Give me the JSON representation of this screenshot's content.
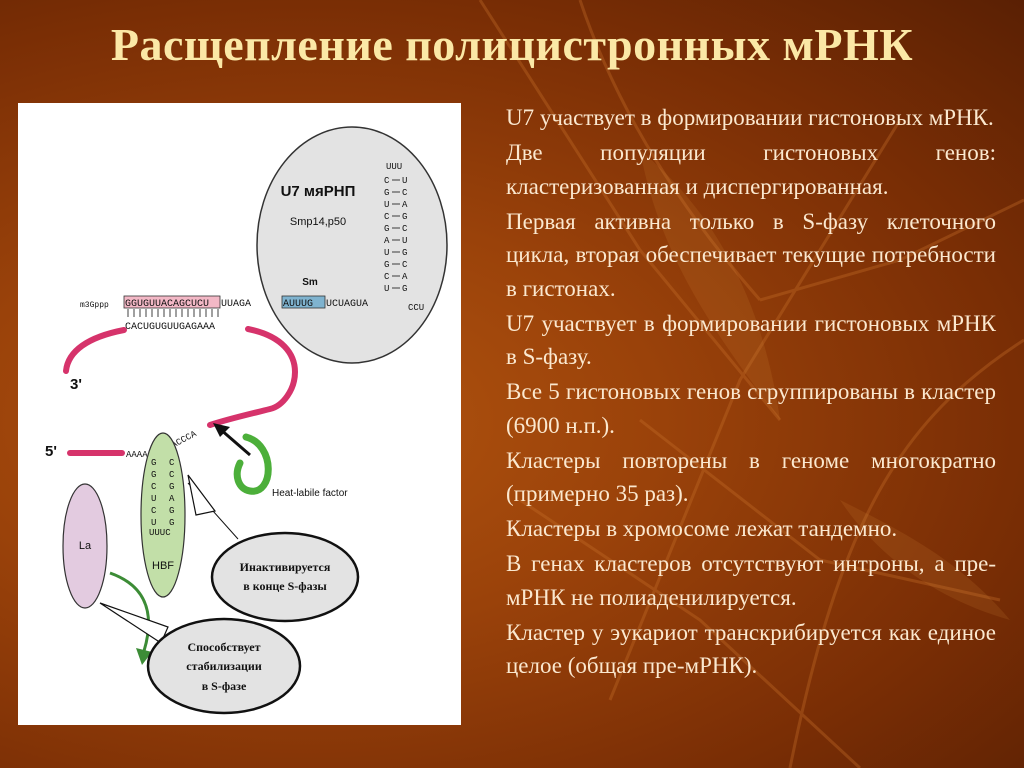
{
  "slide": {
    "title": "Расщепление полицистронных мРНК",
    "paragraphs": [
      "U7 участвует в формировании гистоновых мРНК.",
      "Две популяции гистоновых генов: кластеризованная и диспергированная.",
      "Первая активна только в S-фазу клеточного цикла, вторая обеспечивает текущие потребности в гистонах.",
      "U7 участвует в формировании гистоновых мРНК в S-фазу.",
      "Все 5 гистоновых генов сгруппированы в кластер (6900 н.п.).",
      "Кластеры повторены в геноме многократно (примерно 35 раз).",
      "Кластеры в хромосоме лежат тандемно.",
      "В генах кластеров отсутствуют интроны, а пре-мРНК не полиаденилируется.",
      "Кластер у эукариот транскрибируется как единое целое (общая пре-мРНК)."
    ]
  },
  "diagram": {
    "snrnp_title": "U7 мяРНП",
    "snrnp_proteins": "Smp14,p50",
    "sm_label": "Sm",
    "cap_label": "m3Gppp",
    "u7_seq_pink": "GGUGUUACAGCUCU",
    "u7_seq_mid": "UUAGA",
    "u7_seq_blue": "AUUUG",
    "u7_seq_tail": "UCUAGUA",
    "stem_loop_top": "UUU",
    "stem_end": "CCU",
    "pre_mrna_seq": "CACUGUGUUGAGAAA",
    "label_3prime": "3'",
    "label_5prime": "5'",
    "pre_mrna_left": "AAAA",
    "pre_mrna_right": "ACCCA",
    "hairpin_top": "UUUC",
    "heat_label": "Heat-labile factor",
    "la_label": "La",
    "hbf_label": "HBF",
    "callout_1": [
      "Инактивируется",
      "в конце S-фазы"
    ],
    "callout_2": [
      "Способствует",
      "стабилизации",
      "в S-фазе"
    ],
    "colors": {
      "rna_strand": "#d6336b",
      "la_fill": "#e3cbe0",
      "hbf_fill": "#c2dfa8",
      "arrow_green": "#4caf3a",
      "sm_box": "#7fb3cf",
      "highlight_box": "#f3b8c6",
      "snrnp_fill": "#e3e3e3"
    }
  }
}
